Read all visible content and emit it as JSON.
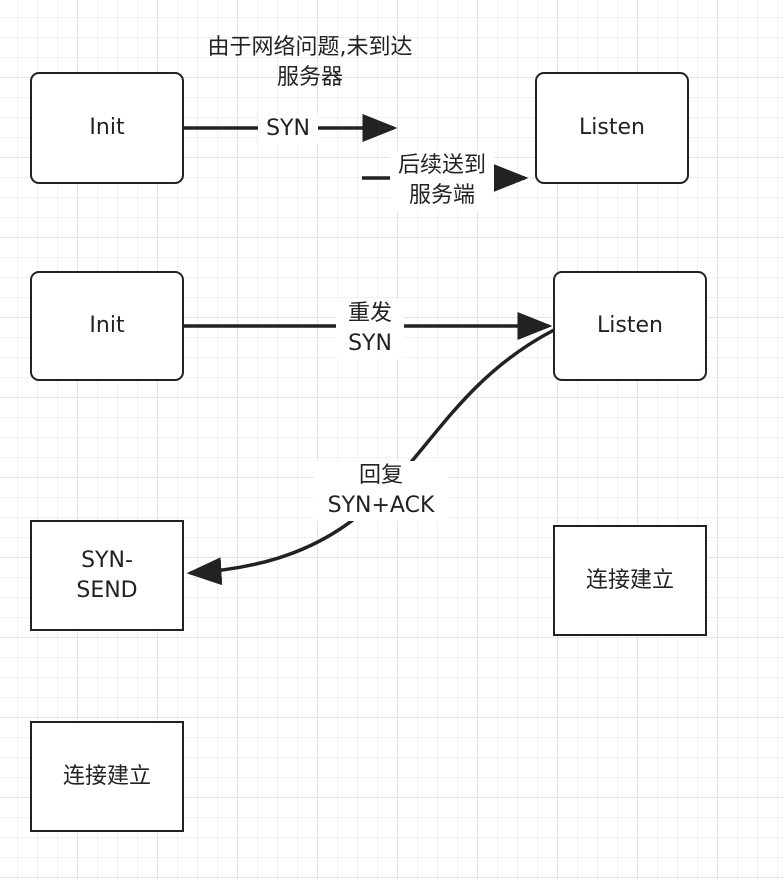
{
  "nodes": {
    "init_top": "Init",
    "listen_top": "Listen",
    "init_mid": "Init",
    "listen_mid": "Listen",
    "syn_send": "SYN-\nSEND",
    "established_right": "连接建立",
    "established_left": "连接建立"
  },
  "labels": {
    "syn": "SYN",
    "network_issue": "由于网络问题,未到达\n服务器",
    "later_delivered": "后续送到\n服务端",
    "resend_syn": "重发\nSYN",
    "reply_syn_ack": "回复\nSYN+ACK"
  },
  "colors": {
    "stroke": "#222222",
    "grid": "#e3e3e3"
  }
}
